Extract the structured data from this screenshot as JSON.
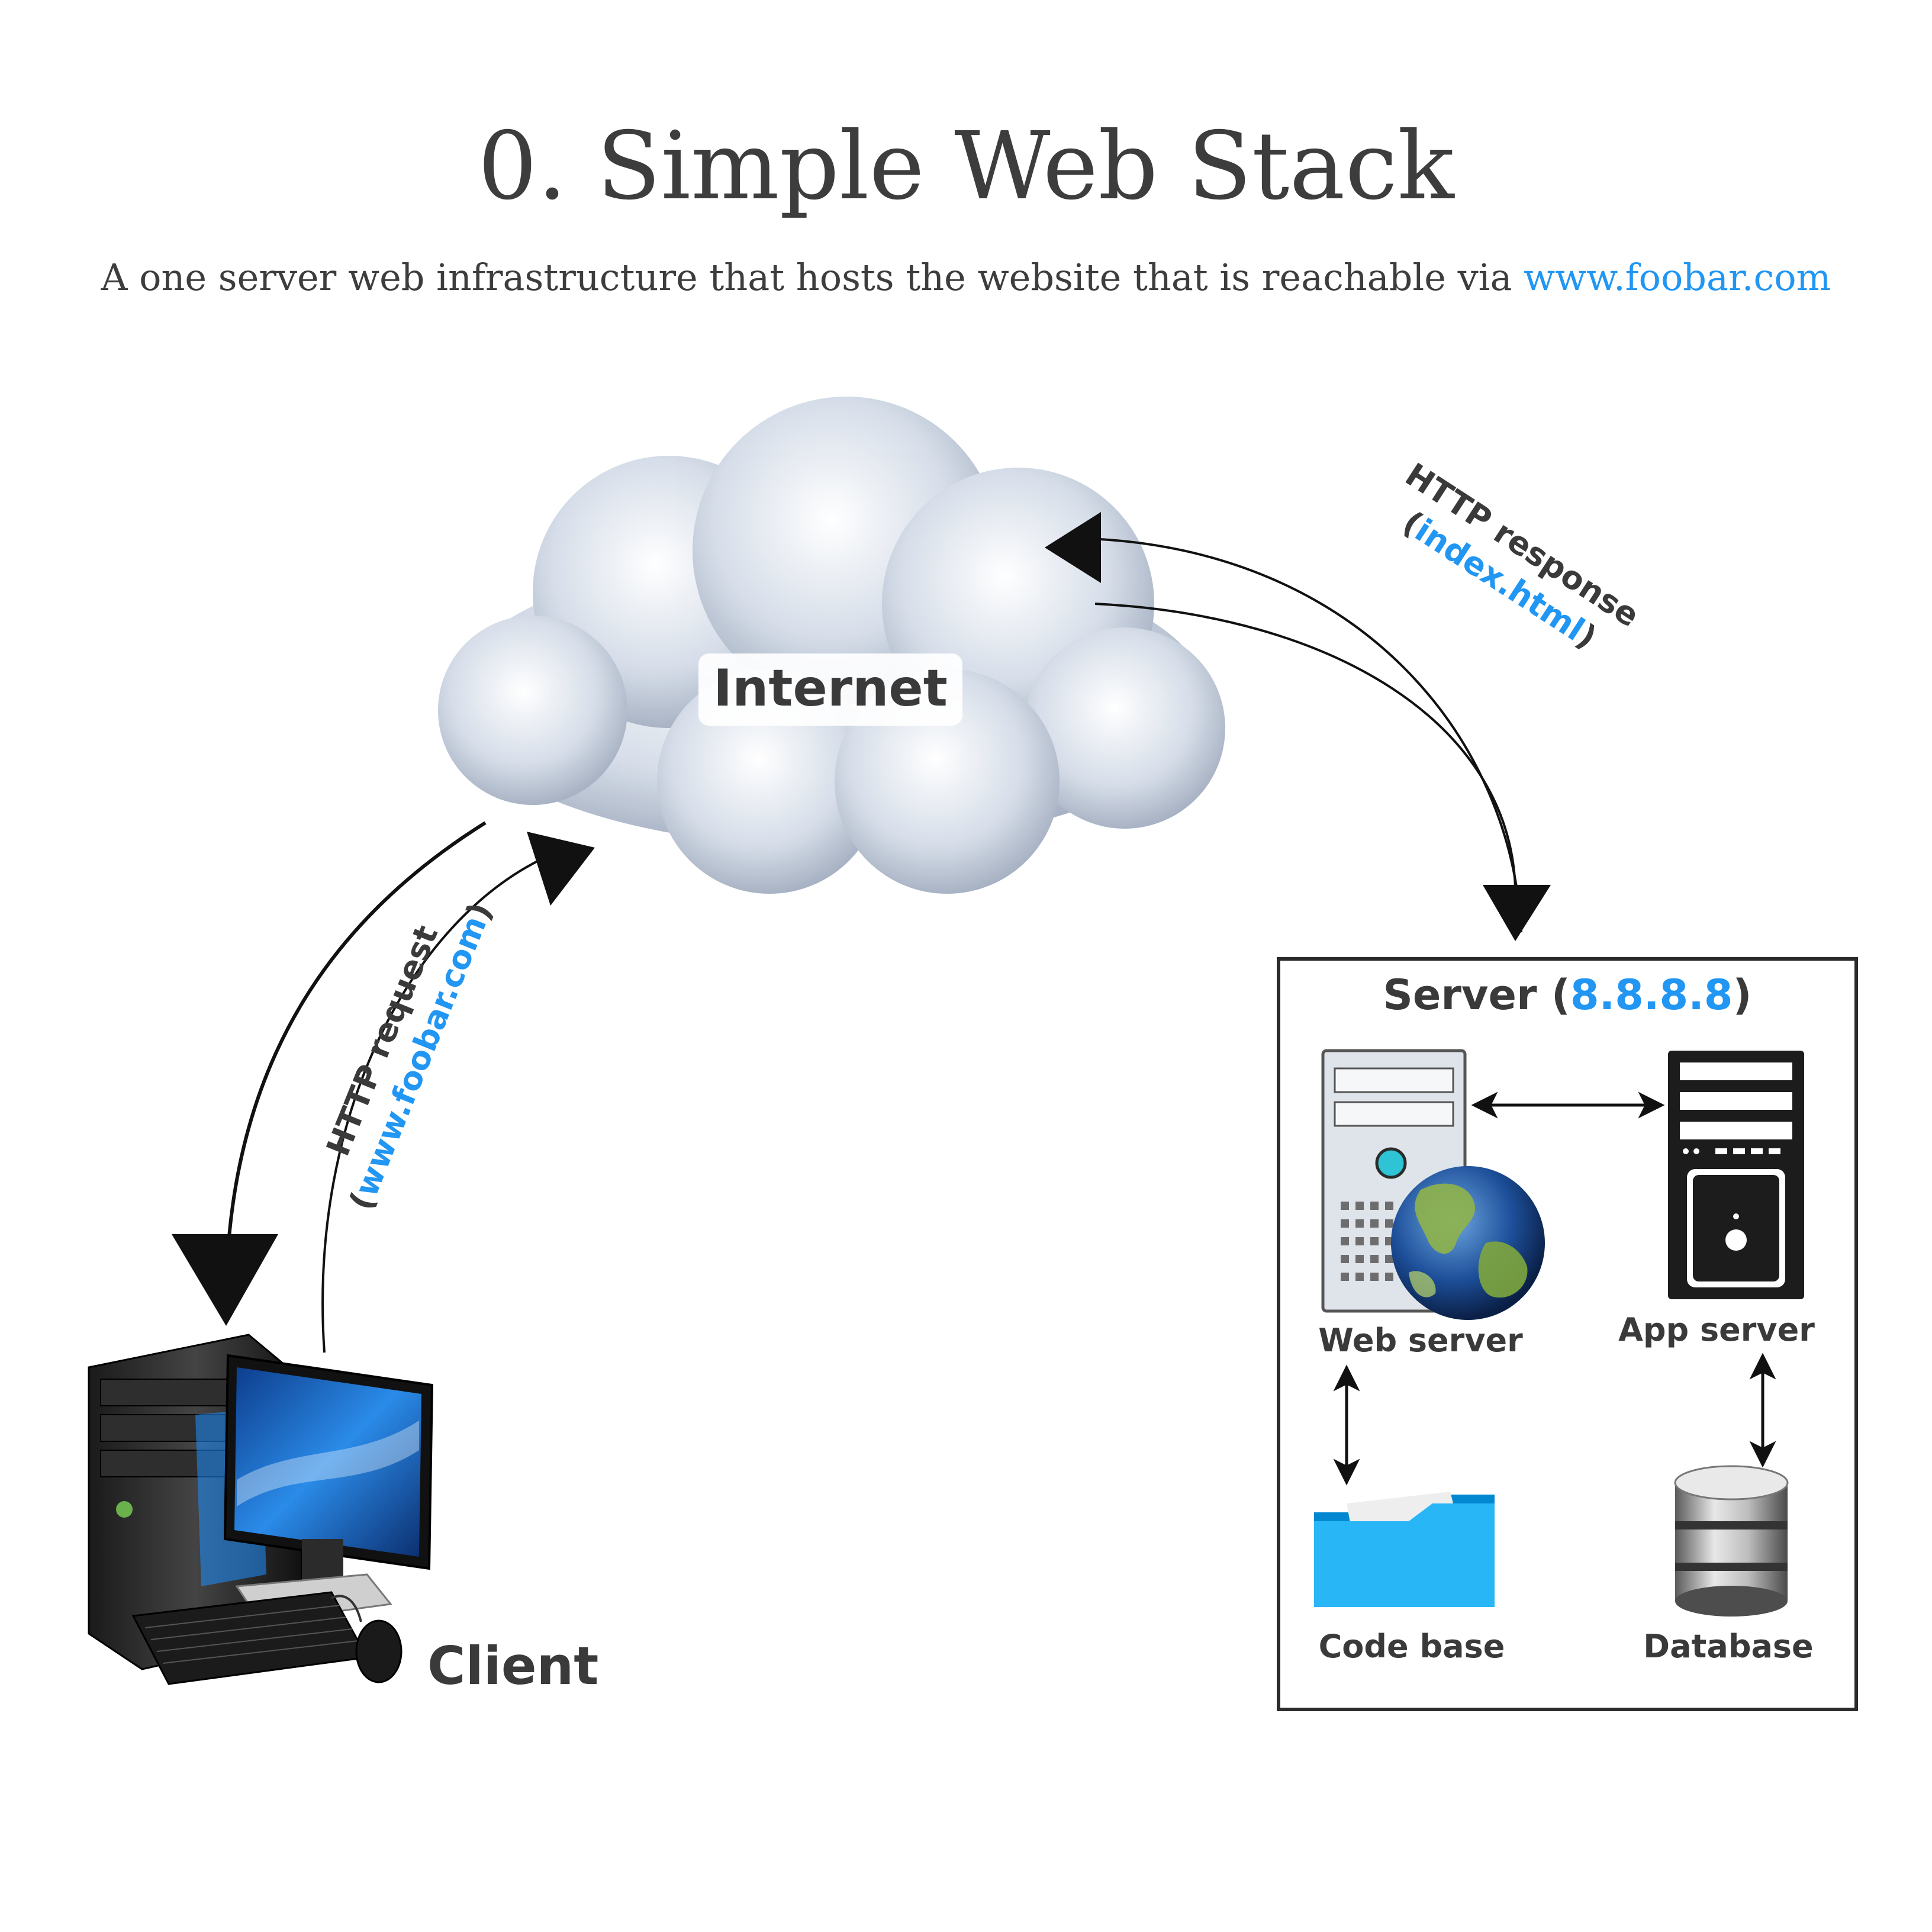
{
  "title": "0. Simple Web Stack",
  "subtitle": {
    "text": "A one server web infrastructure that hosts the website that is reachable via ",
    "link": "www.foobar.com"
  },
  "internet_label": "Internet",
  "request_label": {
    "line1": "HTTP request",
    "line2_open": "(",
    "line2_link": "www.foobar.com",
    "line2_close": ")"
  },
  "response_label": {
    "line1": "HTTP response",
    "line2_open": "(",
    "line2_link": "index.html",
    "line2_close": ")"
  },
  "client_label": "Client",
  "server": {
    "label_prefix": "Server (",
    "ip": "8.8.8.8",
    "label_suffix": ")",
    "web_server_label": "Web server",
    "app_server_label": "App server",
    "code_base_label": "Code base",
    "database_label": "Database"
  },
  "colors": {
    "text": "#3a3a3a",
    "link": "#2196f3",
    "folder": "#29b6f6",
    "cloud": "#c7d2e0"
  }
}
